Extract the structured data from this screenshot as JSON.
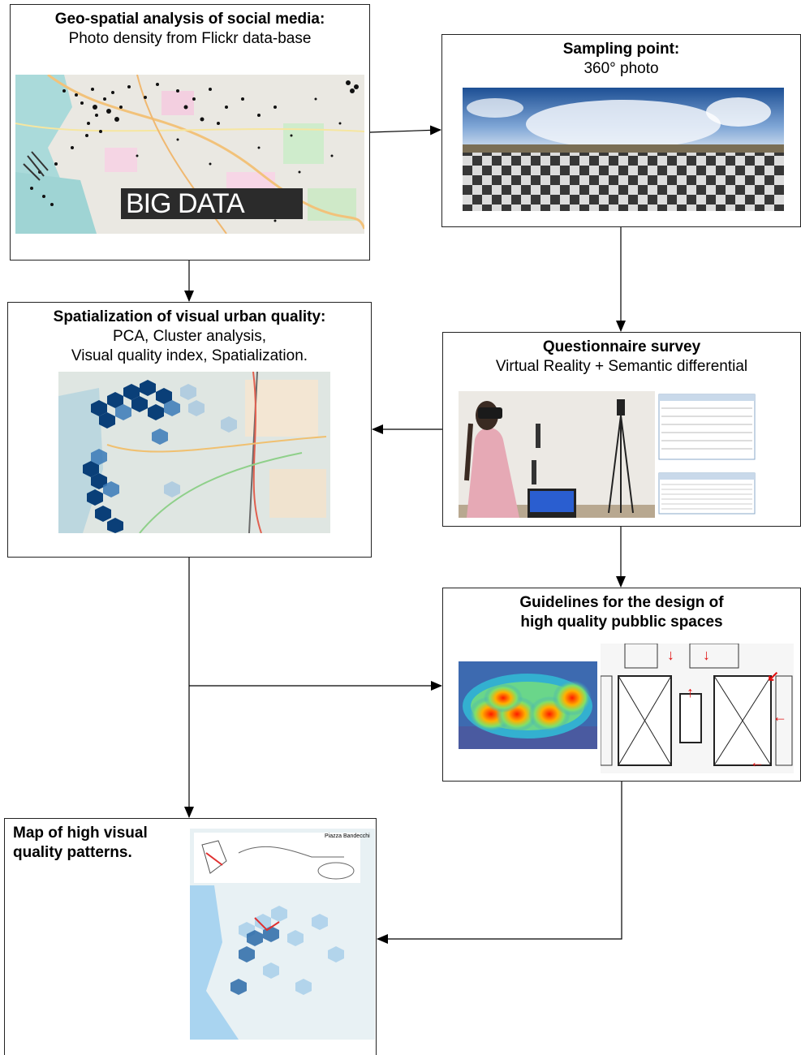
{
  "boxes": {
    "geo": {
      "title_bold": "Geo-spatial analysis of social media:",
      "subtitle": "Photo density from Flickr data-base",
      "image_label": "BIG DATA"
    },
    "sampling": {
      "title_bold": "Sampling point:",
      "subtitle": "360° photo"
    },
    "spatialization": {
      "title_bold": "Spatialization of visual urban quality:",
      "line2": "PCA, Cluster analysis,",
      "line3": "Visual quality index, Spatialization."
    },
    "questionnaire": {
      "title_bold": "Questionnaire survey",
      "subtitle": "Virtual Reality + Semantic differential"
    },
    "guidelines": {
      "line1": "Guidelines for the design of",
      "line2": "high quality pubblic spaces"
    },
    "map": {
      "line1": "Map of high visual",
      "line2": "quality patterns.",
      "inset_caption": "Piazza Bandecchi"
    }
  },
  "colors": {
    "border": "#222222",
    "heatmap_hot": "#ff2a00",
    "map_dark_blue": "#0a3f78",
    "arrow": "#000000"
  },
  "icons": [
    "arrow-head-icon"
  ]
}
